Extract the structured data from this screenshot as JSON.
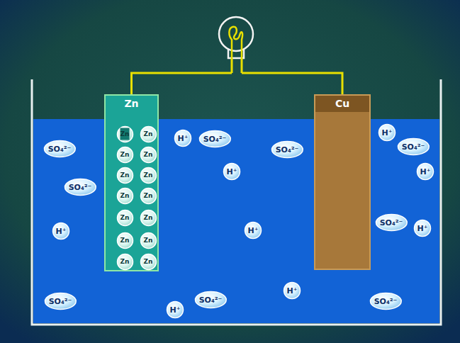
{
  "diagram": {
    "nodes": [
      {
        "text": [
          "Zn"
        ]
      },
      {
        "text": [
          "Zn"
        ],
        "in": 0
      },
      {
        "text": [
          "Zn"
        ],
        "in": 0
      },
      {
        "text": [
          "Zn"
        ],
        "in": 0
      },
      {
        "text": [
          "Zn"
        ],
        "in": 0
      },
      {
        "text": [
          "Zn"
        ],
        "in": 0
      },
      {
        "text": [
          "Zn"
        ],
        "in": 0
      },
      {
        "text": [
          "Zn"
        ],
        "in": 0
      },
      {
        "text": [
          "Zn"
        ],
        "in": 0
      },
      {
        "text": [
          "Zn"
        ],
        "in": 0
      },
      {
        "text": [
          "Zn"
        ],
        "in": 0
      },
      {
        "text": [
          "Zn"
        ],
        "in": 0
      },
      {
        "text": [
          "Zn"
        ],
        "in": 0
      },
      {
        "text": [
          "Zn"
        ],
        "in": 0
      },
      {
        "text": [
          "Zn"
        ],
        "in": 0
      },
      {
        "text": [
          "Cu"
        ]
      },
      {
        "text": [
          "H⁺"
        ]
      },
      {
        "text": [
          "SO₄²⁻"
        ]
      },
      {
        "text": [
          "SO₄²⁻"
        ]
      },
      {
        "text": [
          "SO₄²⁻"
        ]
      },
      {
        "text": [
          "SO₄²⁻"
        ]
      },
      {
        "text": [
          "H⁺"
        ]
      },
      {
        "text": [
          "H⁺"
        ]
      },
      {
        "text": [
          "SO₄²⁻"
        ]
      },
      {
        "text": [
          "H⁺"
        ]
      },
      {
        "text": [
          "SO₄²⁻"
        ]
      },
      {
        "text": [
          "H⁺"
        ]
      },
      {
        "text": [
          "H⁺"
        ]
      },
      {
        "text": [
          "H⁺"
        ]
      },
      {
        "text": [
          "SO₄²⁻"
        ]
      },
      {
        "text": [
          "SO₄²⁻"
        ]
      },
      {
        "text": [
          "H⁺"
        ]
      },
      {
        "text": [
          "SO₄²⁻"
        ]
      },
      {
        "text": [
          "H⁺"
        ]
      }
    ],
    "edges": [
      {
        "from": 0,
        "to": 15,
        "arrow": "none"
      }
    ]
  }
}
